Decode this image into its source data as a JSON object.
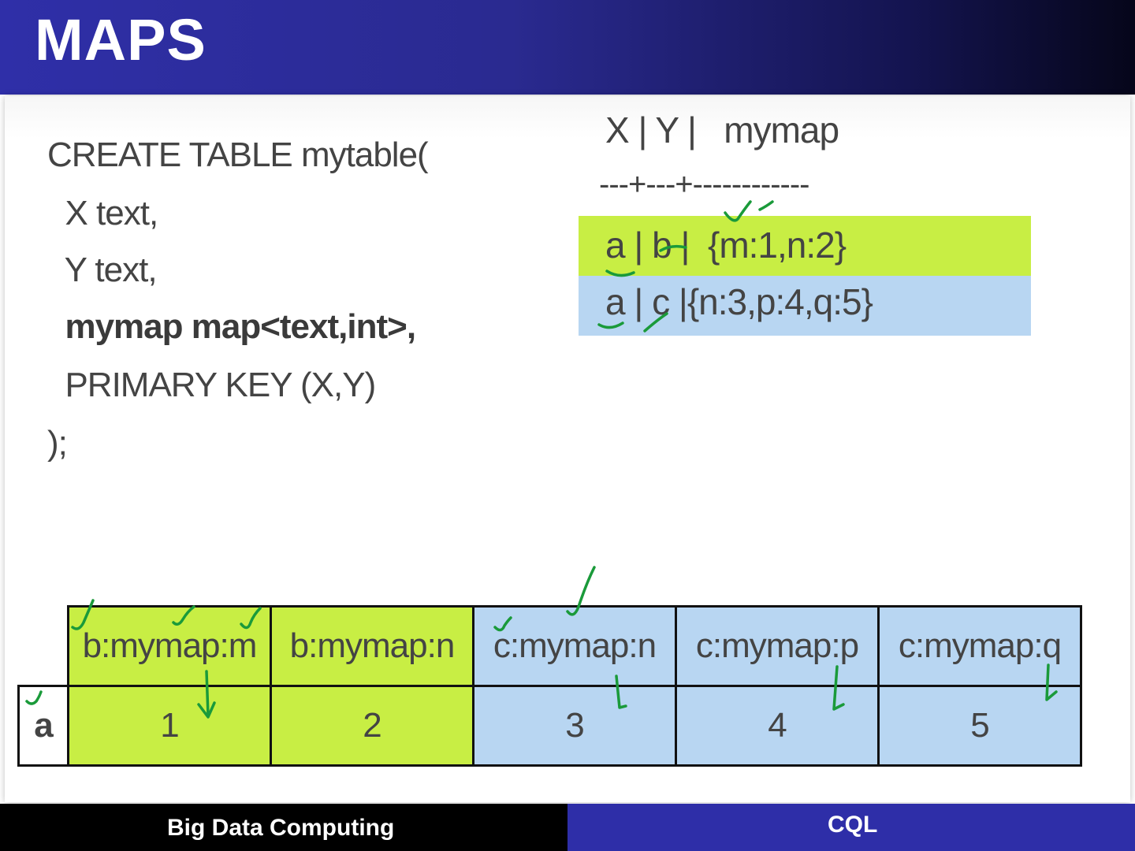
{
  "slide": {
    "title": "MAPS"
  },
  "code": {
    "lines": [
      "CREATE TABLE mytable(",
      "  X text,",
      "  Y text,",
      "  mymap map<text,int>,",
      "  PRIMARY KEY (X,Y)",
      ");"
    ]
  },
  "result": {
    "header": "X | Y |   mymap",
    "separator": "---+---+------------",
    "rows": [
      {
        "text": "a | b |  {m:1,n:2}",
        "color": "#c8ee44"
      },
      {
        "text": "a | c |{n:3,p:4,q:5}",
        "color": "#b8d6f2"
      }
    ]
  },
  "storage_table": {
    "row_key": "a",
    "columns": [
      {
        "name": "b:mymap:m",
        "value": "1",
        "color": "#c8ee44"
      },
      {
        "name": "b:mymap:n",
        "value": "2",
        "color": "#c8ee44"
      },
      {
        "name": "c:mymap:n",
        "value": "3",
        "color": "#b8d6f2"
      },
      {
        "name": "c:mymap:p",
        "value": "4",
        "color": "#b8d6f2"
      },
      {
        "name": "c:mymap:q",
        "value": "5",
        "color": "#b8d6f2"
      }
    ]
  },
  "annotation_color": "#1a9a3a",
  "footer": {
    "left": "Big Data Computing",
    "right": "CQL"
  }
}
